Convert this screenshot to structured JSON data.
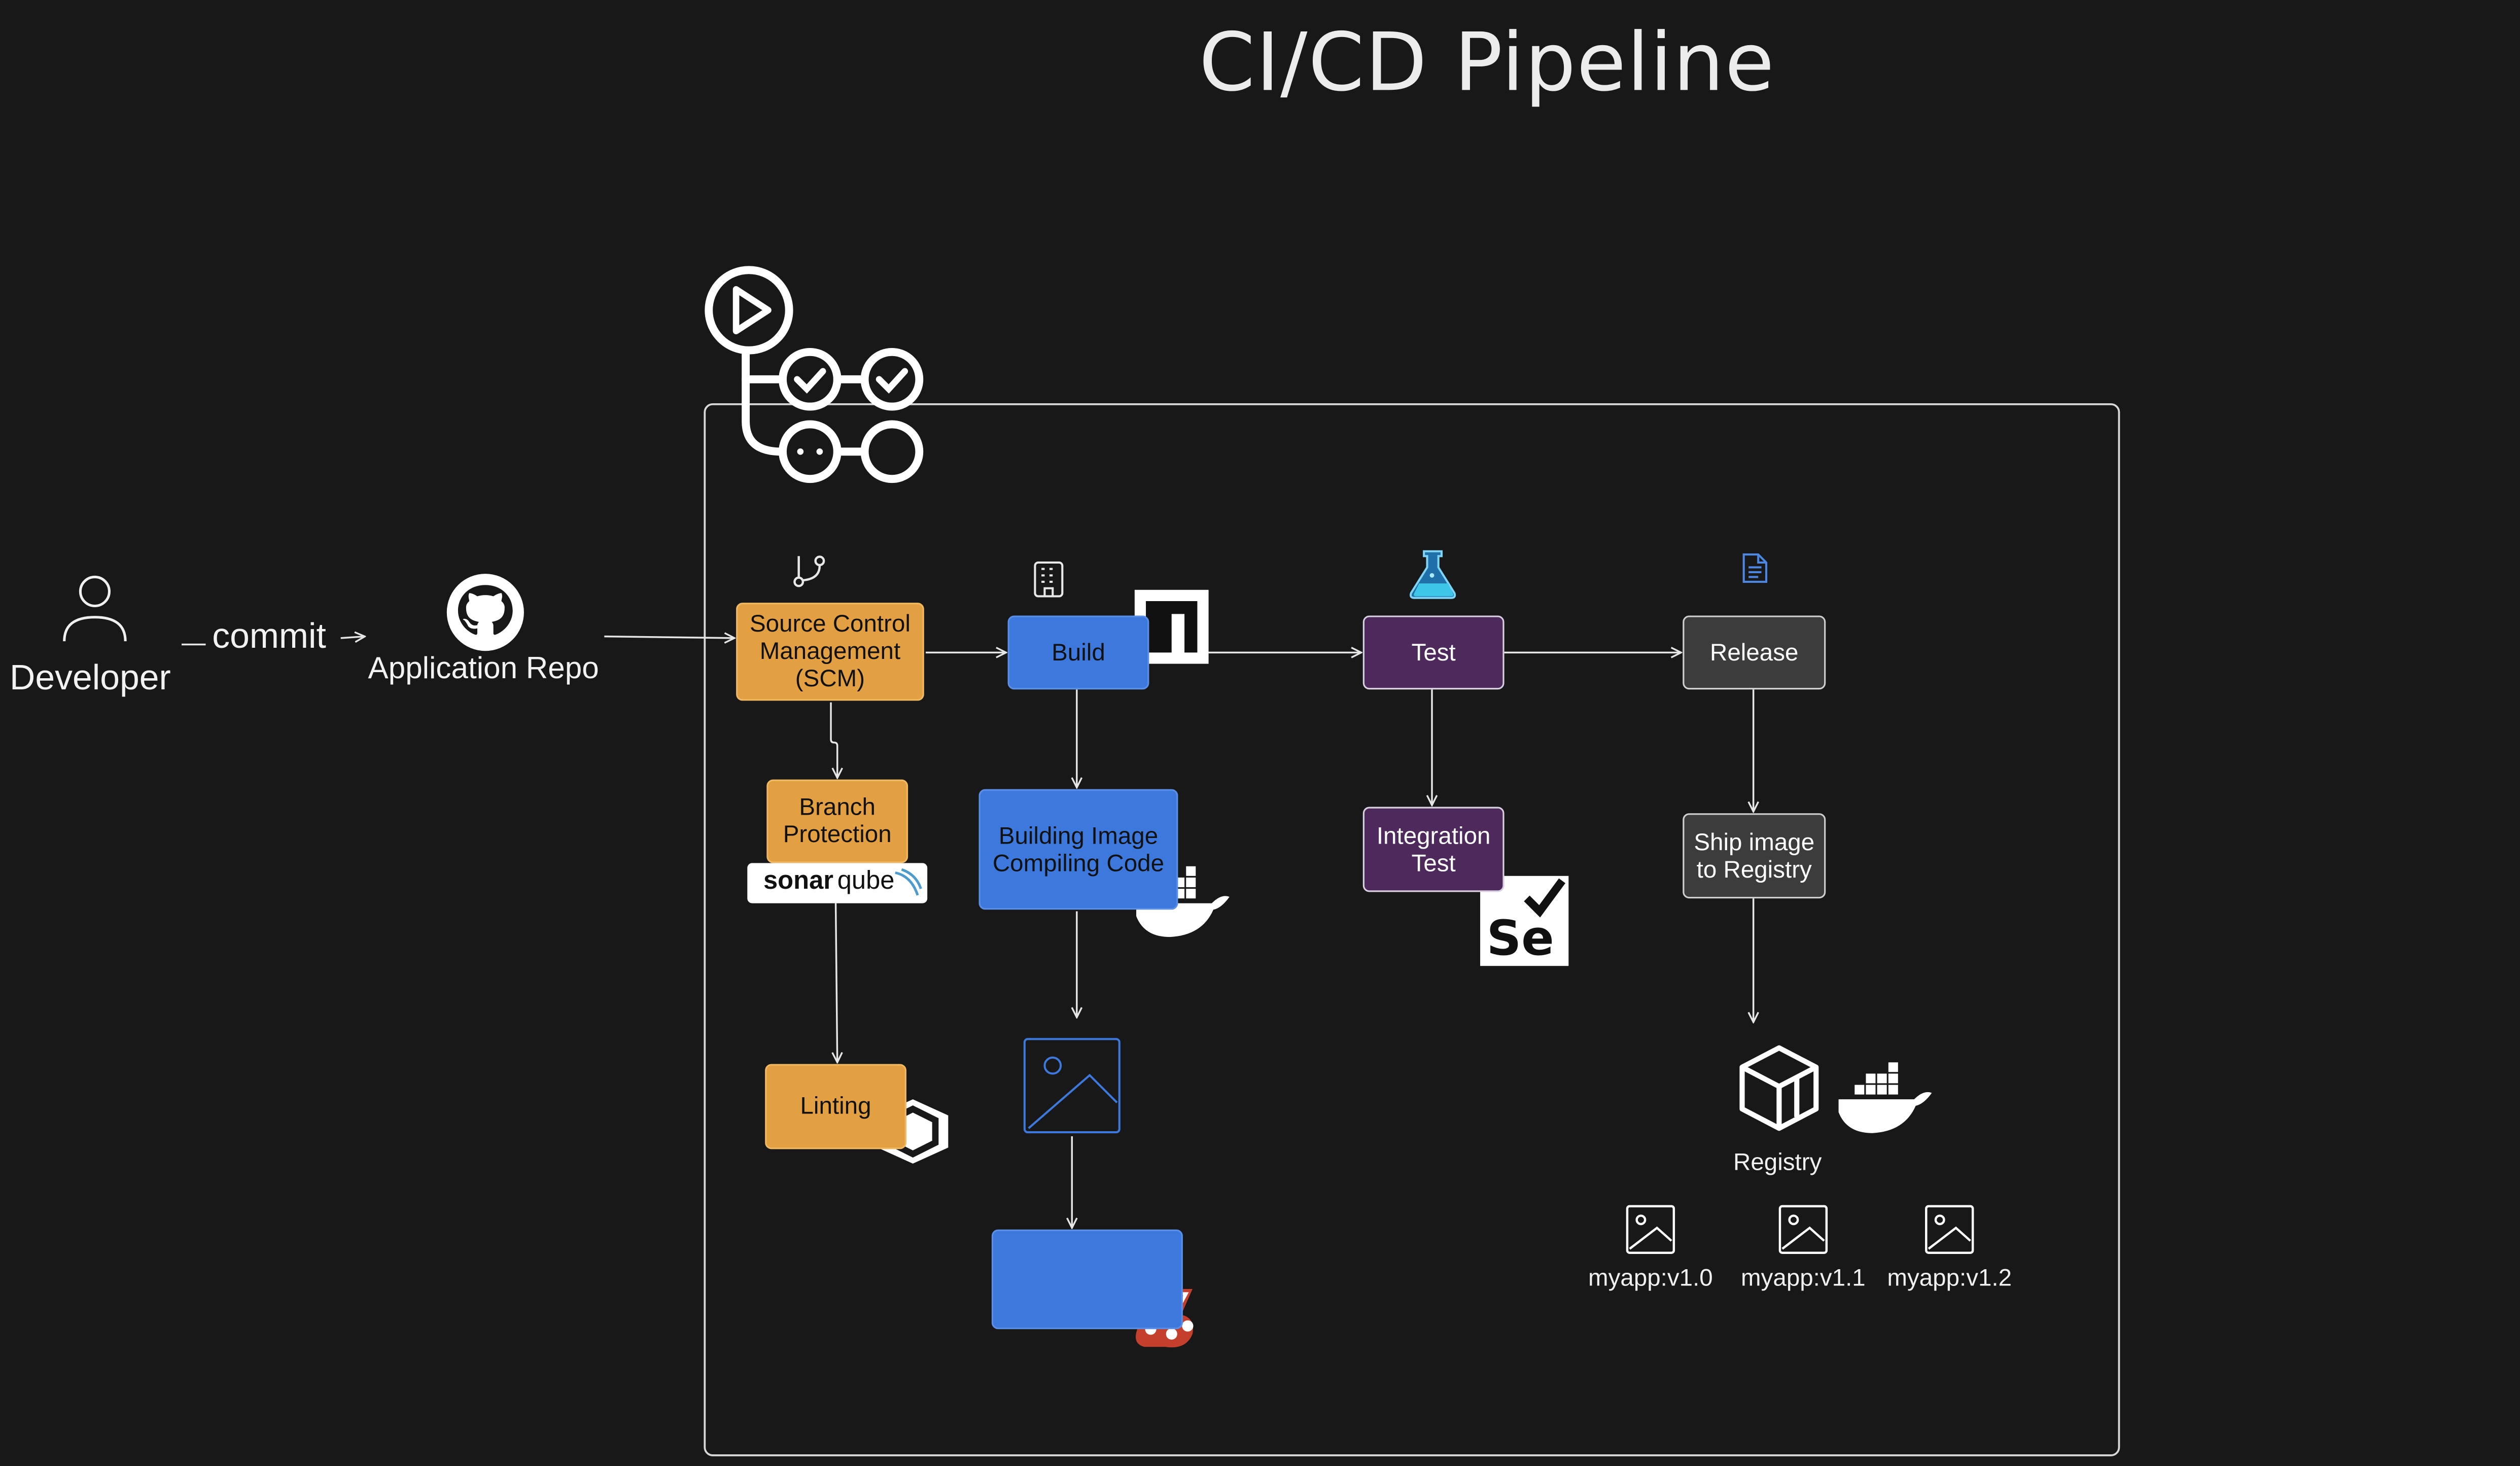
{
  "title": "CI/CD Pipeline",
  "developer": {
    "label": "Developer"
  },
  "edge_commit": "commit",
  "repo": {
    "label": "Application Repo"
  },
  "boxes": {
    "scm": "Source Control\nManagement\n(SCM)",
    "branch": "Branch\nProtection",
    "linting": "Linting",
    "build": "Build",
    "building_image": "Building Image\nCompiling Code",
    "test": "Test",
    "integration": "Integration\nTest",
    "release": "Release",
    "ship": "Ship image\nto Registry"
  },
  "sonarqube": {
    "text_a": "sonar",
    "text_b": "qube"
  },
  "registry": {
    "label": "Registry"
  },
  "images": [
    "myapp:v1.0",
    "myapp:v1.1",
    "myapp:v1.2"
  ],
  "colors": {
    "background": "#181818",
    "scm_stage": "#e3a042",
    "build_stage": "#3d78dc",
    "test_stage": "#4e2a5c",
    "release_stage": "#3c3c3c",
    "line": "#e6e6e6"
  },
  "icons": [
    "person-icon",
    "github-icon",
    "github-actions-icon",
    "git-branch-icon",
    "building-icon",
    "flask-icon",
    "document-icon",
    "npm-icon",
    "docker-icon",
    "image-icon",
    "jest-icon",
    "selenium-icon",
    "eslint-icon",
    "package-icon"
  ]
}
